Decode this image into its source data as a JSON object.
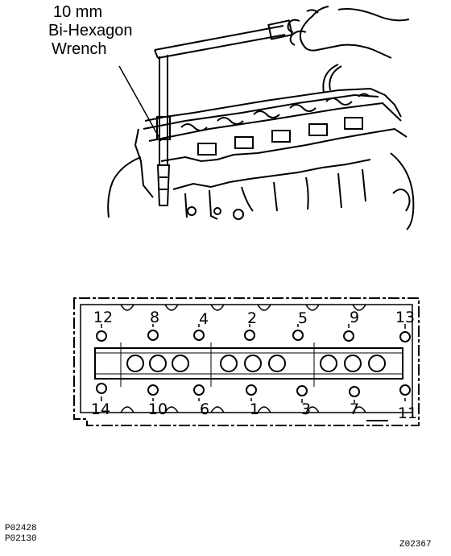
{
  "callout": {
    "line1": "10 mm",
    "line2": "Bi-Hexagon",
    "line3": "Wrench"
  },
  "bolt_sequence": {
    "top_row": [
      "12",
      "8",
      "4",
      "2",
      "5",
      "9",
      "13"
    ],
    "bottom_row": [
      "14",
      "10",
      "6",
      "1",
      "3",
      "7",
      "11"
    ]
  },
  "figure_codes": {
    "left_1": "P02428",
    "left_2": "P02130",
    "right": "Z02367"
  }
}
